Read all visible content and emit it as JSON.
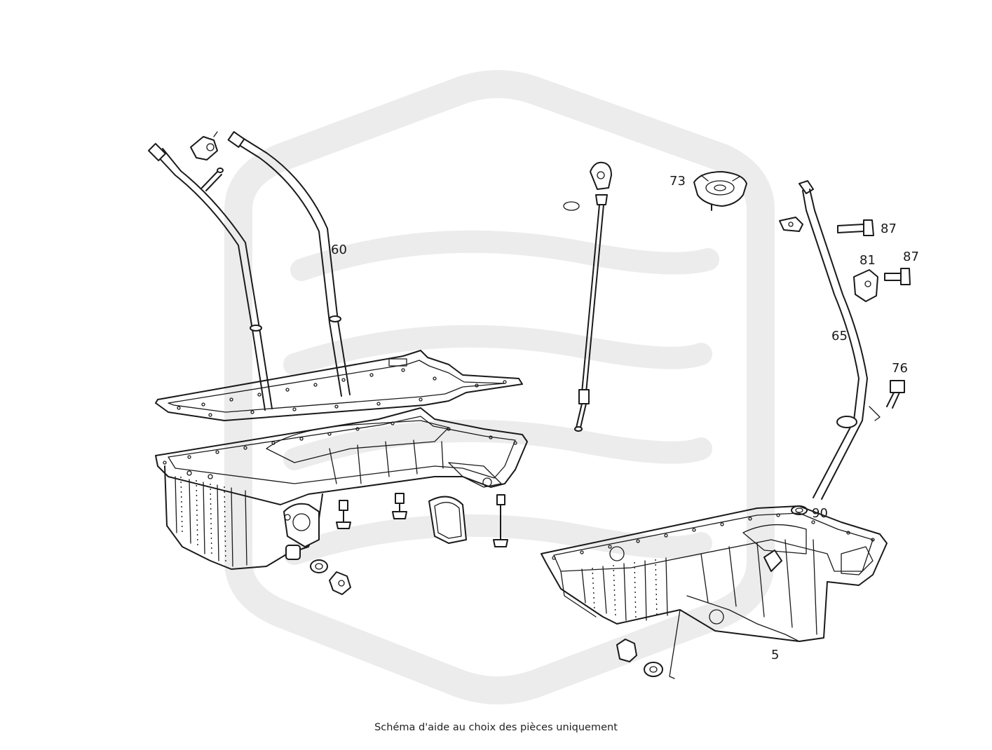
{
  "caption": "Schéma d'aide au choix des pièces uniquement",
  "callouts": {
    "c60": "60",
    "c73": "73",
    "c87a": "87",
    "c81": "81",
    "c87b": "87",
    "c65": "65",
    "c76": "76",
    "c90": "90",
    "c5": "5"
  },
  "colors": {
    "line": "#1a1a1a",
    "watermark": "#ececec",
    "background": "#ffffff"
  }
}
